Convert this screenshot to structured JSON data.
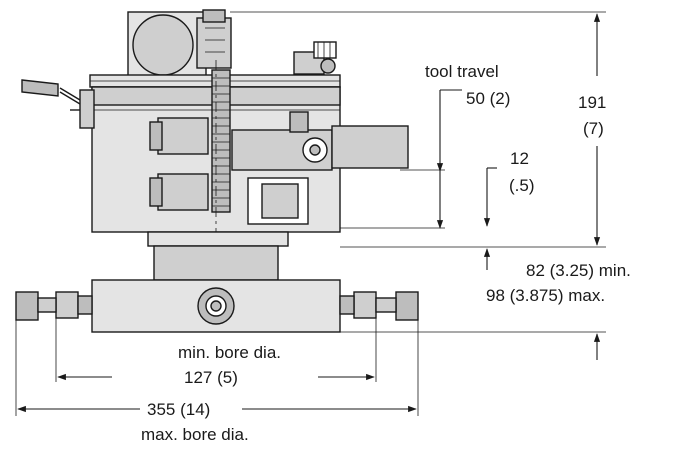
{
  "labels": {
    "tool_travel": "tool travel",
    "tool_travel_value": "50 (2)",
    "height_value": "191",
    "height_inch": "(7)",
    "small_value": "12",
    "small_inch": "(.5)",
    "offset_min": "82 (3.25) min.",
    "offset_max": "98 (3.875) max.",
    "min_bore": "min. bore dia.",
    "min_width": "127 (5)",
    "max_width": "355 (14)",
    "max_bore": "max. bore dia."
  }
}
